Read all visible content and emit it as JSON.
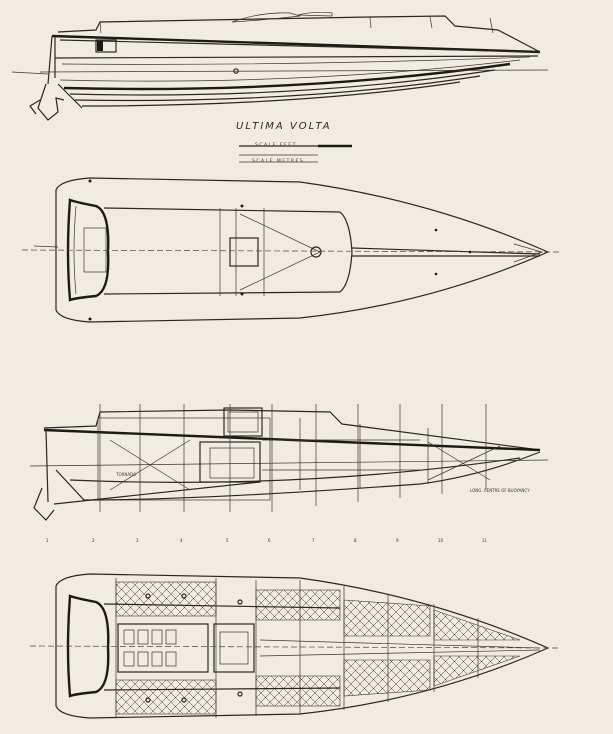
{
  "title": "ULTIMA VOLTA",
  "scale_feet_label": "SCALE   FEET",
  "scale_metres_label": "SCALE   METRES",
  "console_label": "TORNADO",
  "note_label": "LONG. CENTRE OF BUOYANCY",
  "station_numbers": [
    "1",
    "2",
    "3",
    "4",
    "5",
    "6",
    "7",
    "8",
    "9",
    "10",
    "11"
  ]
}
